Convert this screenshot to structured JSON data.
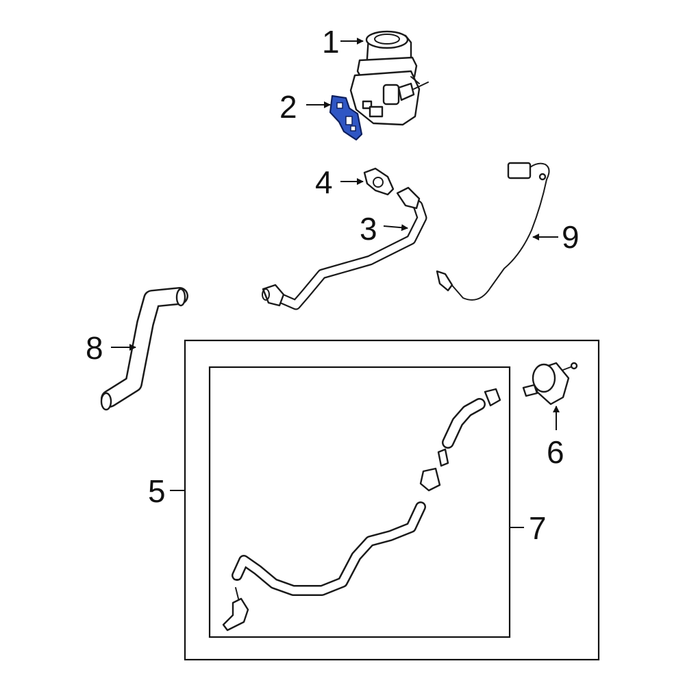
{
  "callouts": {
    "c1": "1",
    "c2": "2",
    "c3": "3",
    "c4": "4",
    "c5": "5",
    "c6": "6",
    "c7": "7",
    "c8": "8",
    "c9": "9"
  },
  "colors": {
    "highlight": "#2f56c4",
    "line": "#1a1a1a"
  }
}
